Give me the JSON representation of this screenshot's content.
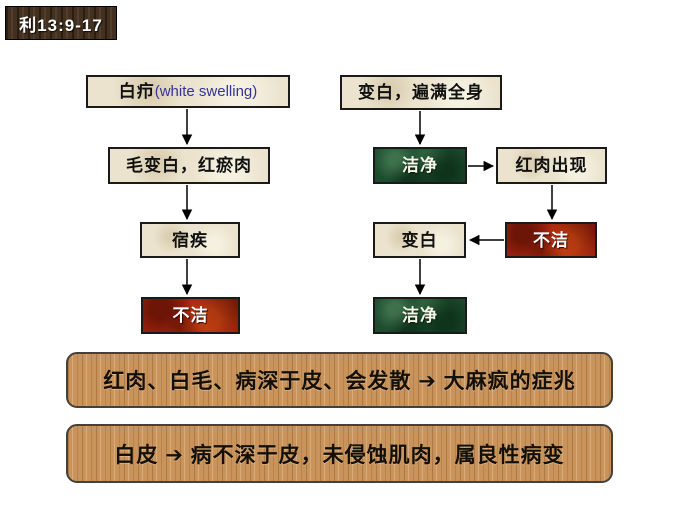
{
  "badge": {
    "label": "利13:9-17"
  },
  "flow_left": {
    "box1_zh": "白疖",
    "box1_en": "(white swelling)",
    "box2": "毛变白，红瘀肉",
    "box3": "宿疾",
    "box4": "不洁"
  },
  "flow_right": {
    "box1": "变白，遍满全身",
    "box2": "洁净",
    "box3": "红肉出现",
    "box4": "不洁",
    "box5": "变白",
    "box6": "洁净"
  },
  "notes": {
    "note1": "红肉、白毛、病深于皮、会发散 ➔ 大麻疯的症兆",
    "note2": "白皮 ➔ 病不深于皮，未侵蚀肌肉，属良性病变"
  },
  "colors": {
    "unclean_red": "#a8250e",
    "clean_green": "#1d4c2e",
    "box_beige": "#ebe3cd",
    "wood_light": "#c9935c",
    "wood_dark": "#43301f",
    "english_blue": "#333399"
  }
}
